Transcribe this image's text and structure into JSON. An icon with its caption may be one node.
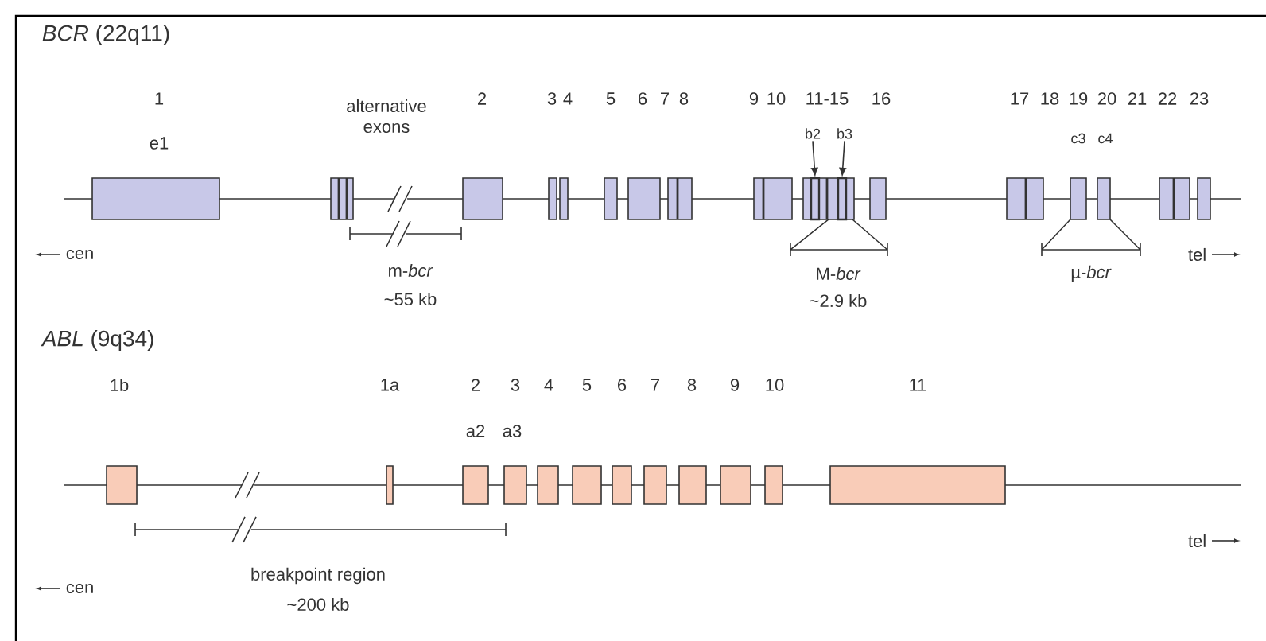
{
  "diagram": {
    "nodes": [
      {
        "text": [
          "b2"
        ]
      },
      {
        "text": [
          "b3"
        ]
      },
      {
        "text": [],
        "shape": "box"
      },
      {
        "text": [],
        "shape": "box"
      }
    ],
    "edges": [
      {
        "from": 0,
        "to": 2,
        "arrow": "to"
      },
      {
        "from": 1,
        "to": 3,
        "arrow": "to"
      }
    ],
    "labels": [
      "*BCR* (22q11)",
      "1",
      "alternative exons",
      "2",
      "3",
      "4",
      "5",
      "6",
      "7",
      "8",
      "9",
      "10",
      "11-15",
      "16",
      "17",
      "18",
      "19",
      "20",
      "21",
      "22",
      "23",
      "e1",
      "c3",
      "c4",
      "cen",
      "m-*bcr*",
      "~55 kb",
      "M-*bcr*",
      "~2.9 kb",
      "µ-*bcr*",
      "tel",
      "*ABL* (9q34)",
      "1b",
      "1a",
      "2",
      "3",
      "4",
      "5",
      "6",
      "7",
      "8",
      "9",
      "10",
      "11",
      "a2",
      "a3",
      "breakpoint region",
      "~200 kb",
      "cen",
      "tel"
    ]
  }
}
